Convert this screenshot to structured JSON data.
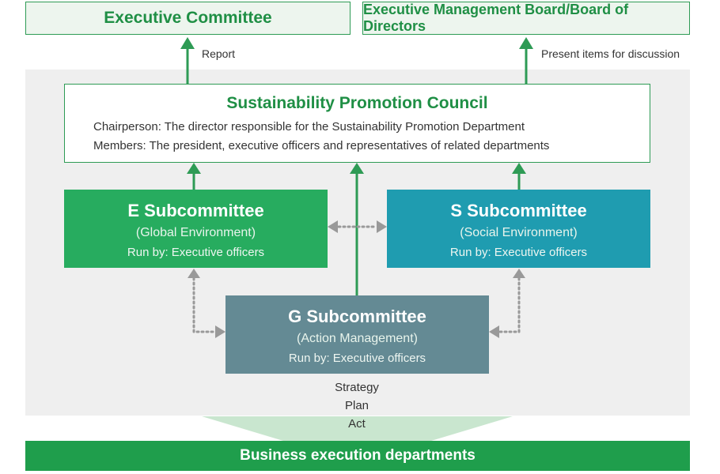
{
  "top": {
    "executive_committee": "Executive Committee",
    "board": "Executive Management Board/Board of Directors",
    "report_label": "Report",
    "present_label": "Present items for discussion"
  },
  "council": {
    "title": "Sustainability Promotion Council",
    "chairperson": "Chairperson: The director responsible for the Sustainability Promotion Department",
    "members": "Members: The president, executive officers and representatives of related departments"
  },
  "e_sub": {
    "title": "E Subcommittee",
    "desc": "(Global Environment)",
    "run_by": "Run by: Executive officers"
  },
  "s_sub": {
    "title": "S Subcommittee",
    "desc": "(Social Environment)",
    "run_by": "Run by: Executive officers"
  },
  "g_sub": {
    "title": "G Subcommittee",
    "desc": "(Action Management)",
    "run_by": "Run by: Executive officers"
  },
  "flow": {
    "strategy": "Strategy",
    "plan": "Plan",
    "act": "Act"
  },
  "bottom": {
    "label": "Business execution departments"
  },
  "colors": {
    "green": "#2e9b55",
    "e_fill": "#27ac5f",
    "s_fill": "#1f9cb0",
    "g_fill": "#648a94",
    "panel": "#efefef",
    "bottom_fill": "#1f9e4c"
  }
}
